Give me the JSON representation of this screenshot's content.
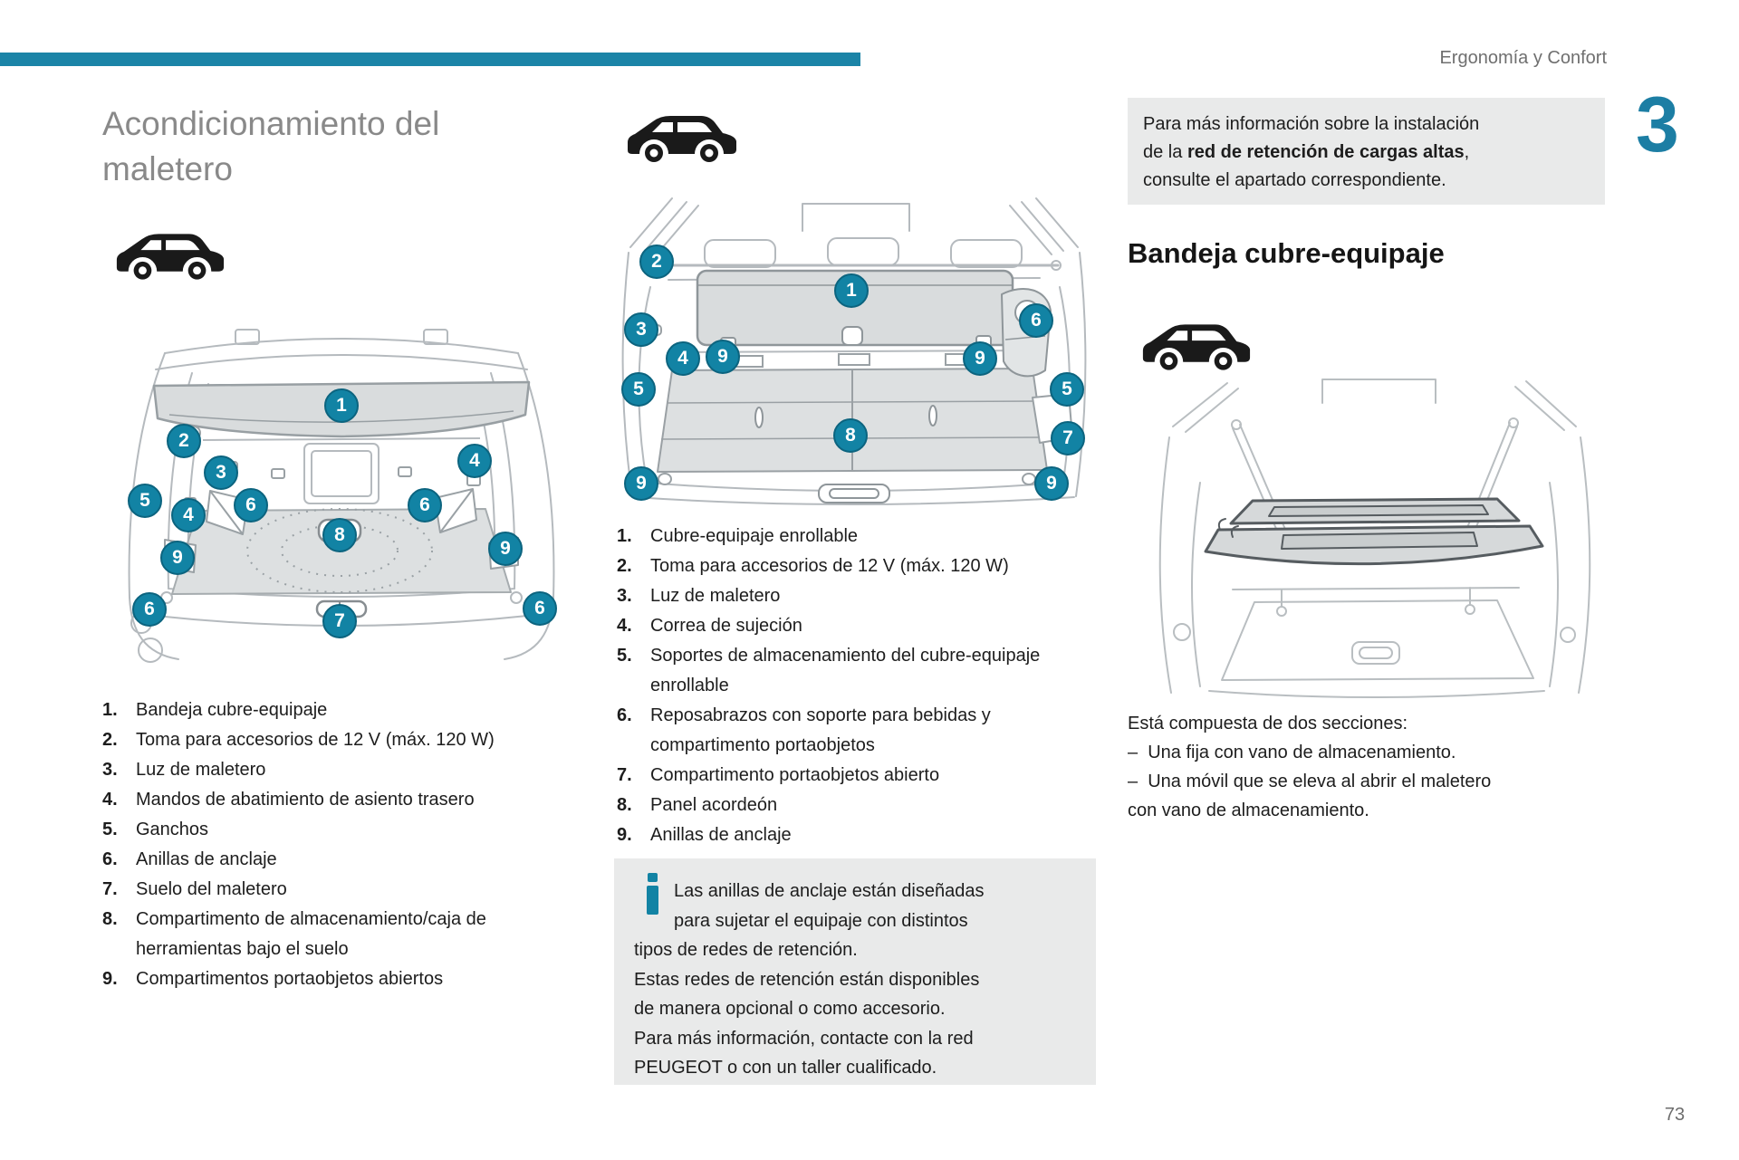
{
  "page": {
    "header": "Ergonomía y Confort",
    "chapter_number": "3",
    "page_number": "73",
    "accent_color": "#1b84a7",
    "box_background": "#e9eaea"
  },
  "left_column": {
    "title_line1": "Acondicionamiento del",
    "title_line2": "maletero",
    "car_icon": "suv-side-icon",
    "diagram": "trunk-rear-view-with-callouts",
    "list": [
      {
        "n": "1.",
        "text": "Bandeja cubre-equipaje"
      },
      {
        "n": "2.",
        "text": "Toma para accesorios de 12 V (máx. 120 W)"
      },
      {
        "n": "3.",
        "text": "Luz de maletero"
      },
      {
        "n": "4.",
        "text": "Mandos de abatimiento de asiento trasero"
      },
      {
        "n": "5.",
        "text": "Ganchos"
      },
      {
        "n": "6.",
        "text": "Anillas de anclaje"
      },
      {
        "n": "7.",
        "text": "Suelo del maletero"
      },
      {
        "n": "8.",
        "text": "Compartimento de almacenamiento/caja de herramientas bajo el suelo"
      },
      {
        "n": "9.",
        "text": "Compartimentos portaobjetos abiertos"
      }
    ],
    "callouts": [
      "1",
      "2",
      "3",
      "5",
      "4",
      "6",
      "6",
      "8",
      "4",
      "9",
      "9",
      "6",
      "6",
      "7"
    ]
  },
  "middle_column": {
    "car_icon": "suv-side-icon",
    "diagram": "trunk-interior-view-with-callouts",
    "list": [
      {
        "n": "1.",
        "text": "Cubre-equipaje enrollable"
      },
      {
        "n": "2.",
        "text": "Toma para accesorios de 12 V (máx. 120 W)"
      },
      {
        "n": "3.",
        "text": "Luz de maletero"
      },
      {
        "n": "4.",
        "text": "Correa de sujeción"
      },
      {
        "n": "5.",
        "text": "Soportes de almacenamiento del cubre-equipaje enrollable"
      },
      {
        "n": "6.",
        "text": "Reposabrazos con soporte para bebidas y compartimento portaobjetos"
      },
      {
        "n": "7.",
        "text": "Compartimento portaobjetos abierto"
      },
      {
        "n": "8.",
        "text": "Panel acordeón"
      },
      {
        "n": "9.",
        "text": "Anillas de anclaje"
      }
    ],
    "callouts": [
      "2",
      "1",
      "3",
      "6",
      "4",
      "9",
      "9",
      "5",
      "5",
      "8",
      "7",
      "9",
      "9"
    ],
    "note": {
      "icon": "info-icon",
      "lines": [
        "Las anillas de anclaje están diseñadas",
        "para sujetar el equipaje con distintos",
        "tipos de redes de retención.",
        "Estas redes de retención están disponibles",
        "de manera opcional o como accesorio.",
        "Para más información, contacte con la red",
        "PEUGEOT o con un taller cualificado."
      ]
    }
  },
  "right_column": {
    "info_box": {
      "line1": "Para más información sobre la instalación",
      "line2_prefix": "de la ",
      "line2_bold": "red de retención de cargas altas",
      "line2_suffix": ",",
      "line3": "consulte el apartado correspondiente."
    },
    "section_title": "Bandeja cubre-equipaje",
    "car_icon": "suv-side-icon",
    "diagram": "trunk-parcel-shelf-view",
    "body_lines": [
      "Está compuesta de dos secciones:",
      "–  Una fija con vano de almacenamiento.",
      "–  Una móvil que se eleva al abrir el maletero",
      "con vano de almacenamiento."
    ]
  }
}
